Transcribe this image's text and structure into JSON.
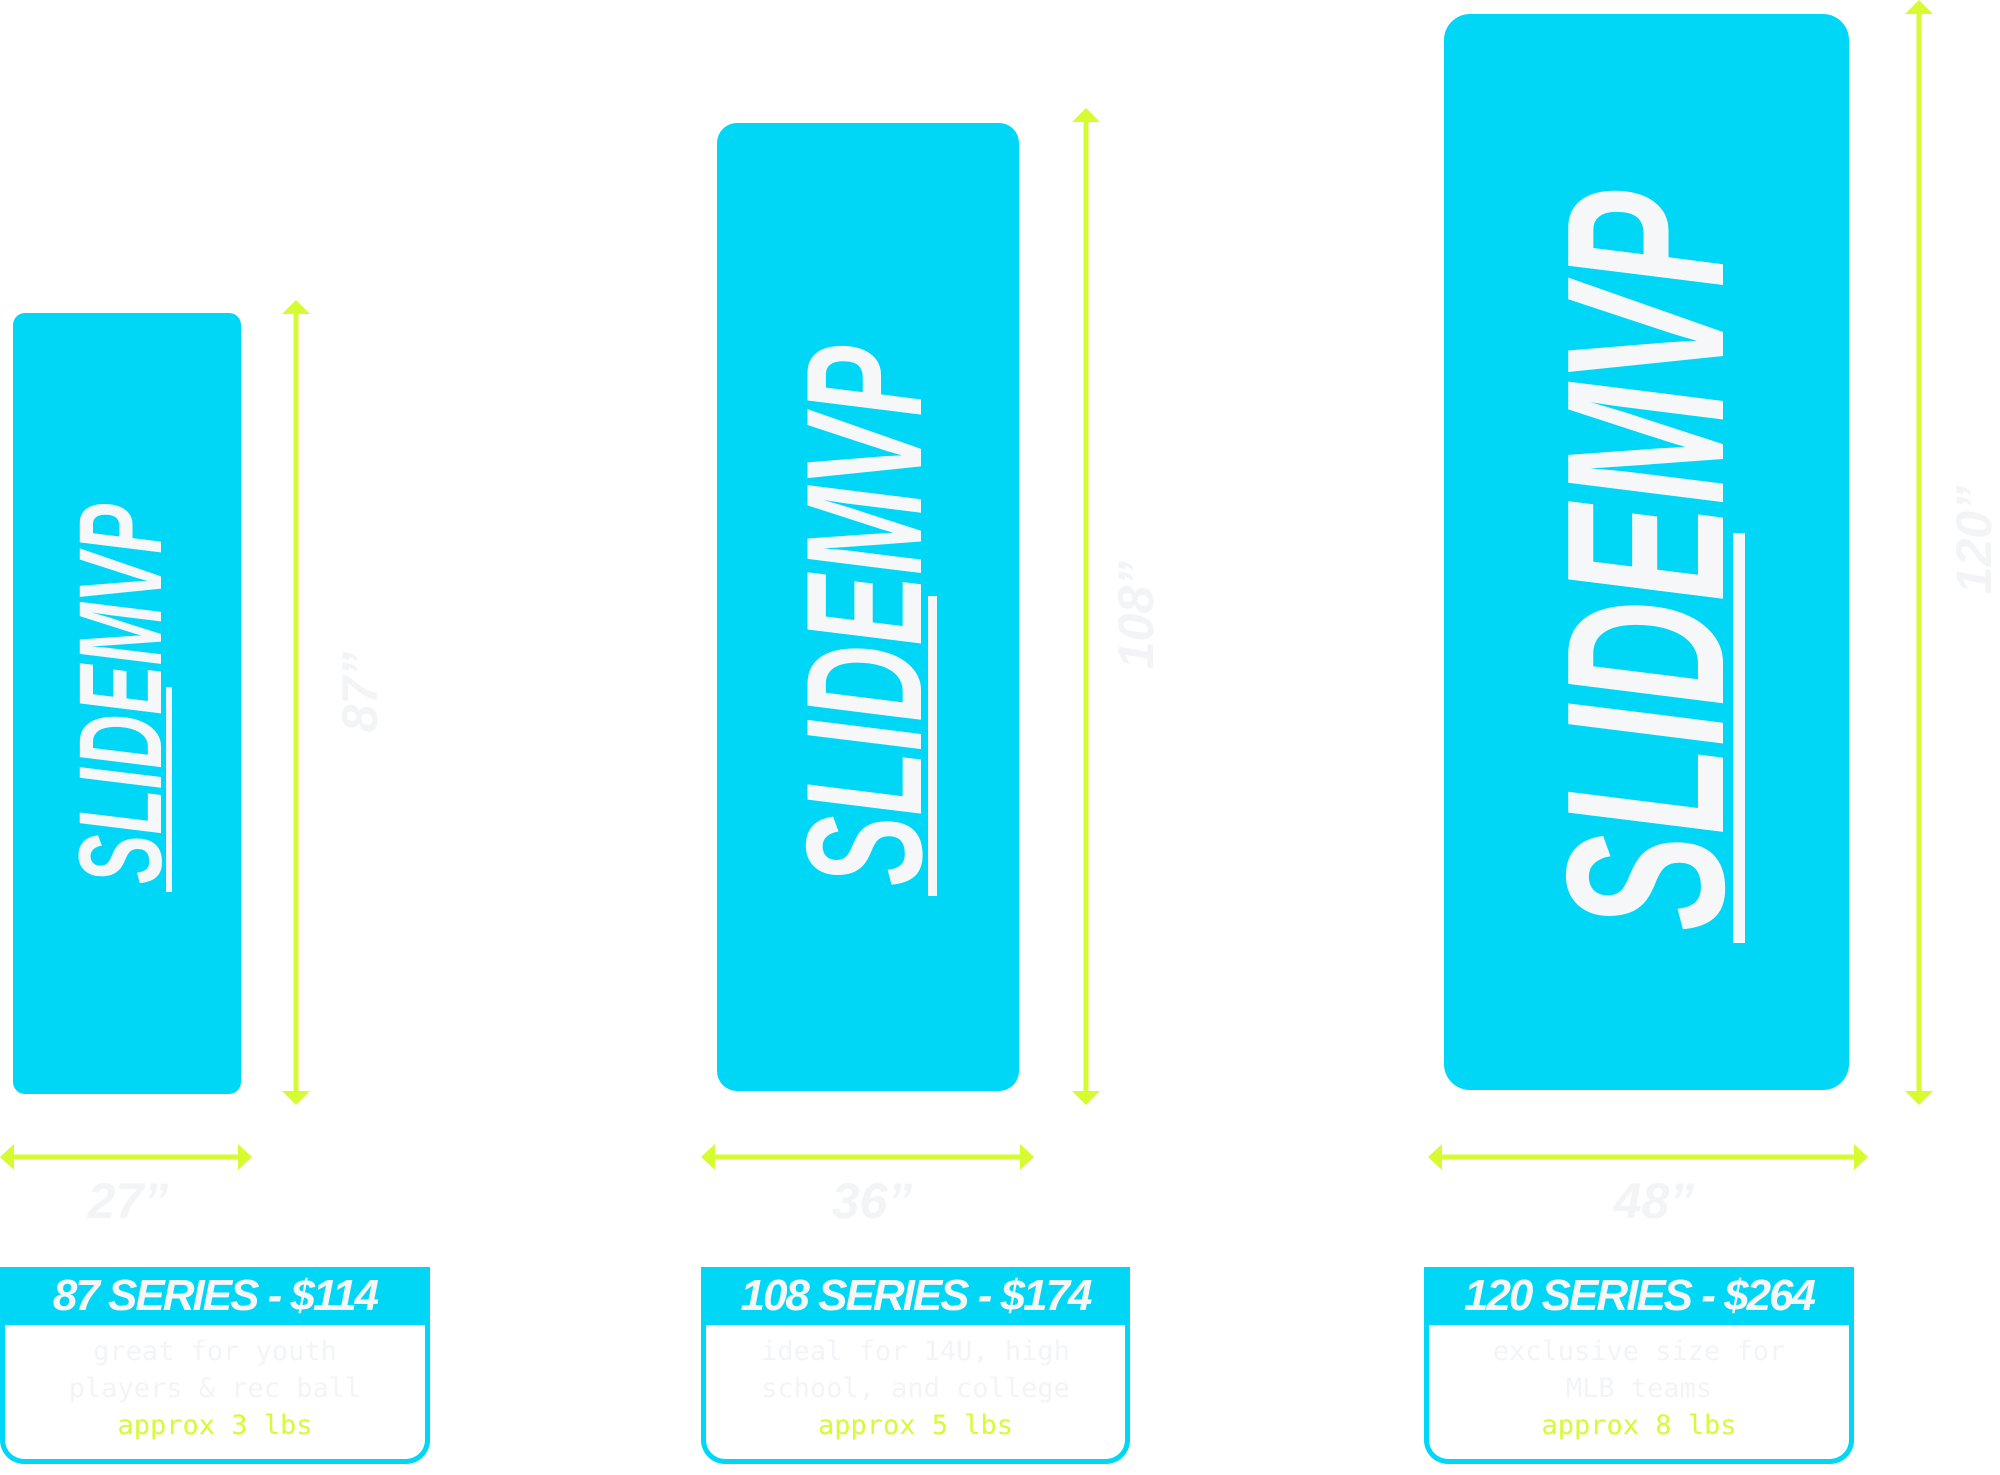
{
  "colors": {
    "mat": "#00d6f6",
    "arrow": "#d6fb30",
    "logo": "#f5f7f9",
    "label": "#f3f4f6"
  },
  "brand": "SLIDEMVP",
  "mats": [
    {
      "length": "87”",
      "width": "27”",
      "title": "87 SERIES - $114",
      "description": "great for youth players & rec ball",
      "weight": "approx 3 lbs"
    },
    {
      "length": "108”",
      "width": "36”",
      "title": "108 SERIES - $174",
      "description": "ideal for 14U, high school, and college",
      "weight": "approx 5 lbs"
    },
    {
      "length": "120”",
      "width": "48”",
      "title": "120 SERIES - $264",
      "description": "exclusive size for MLB teams",
      "weight": "approx 8 lbs"
    }
  ]
}
